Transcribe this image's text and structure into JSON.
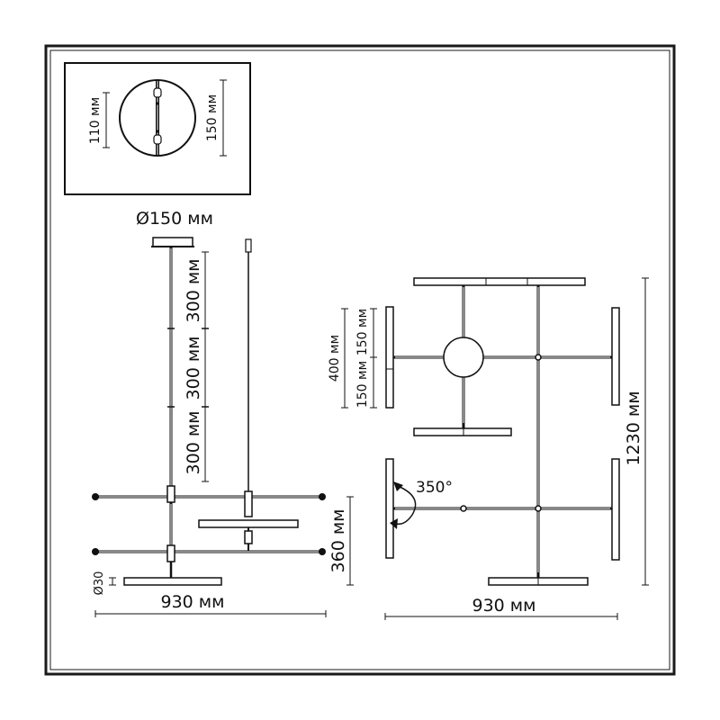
{
  "labels": {
    "mount_110": "110 мм",
    "mount_150": "150 мм",
    "canopy_diameter": "Ø150 мм",
    "rod_1": "300 мм",
    "rod_2": "300 мм",
    "rod_3": "300 мм",
    "side_height": "360 мм",
    "bar_diameter": "Ø30",
    "side_width": "930 мм",
    "top_width": "930 мм",
    "top_length": "1230 мм",
    "arm_400": "400 мм",
    "arm_150_a": "150 мм",
    "arm_150_b": "150 мм",
    "rotation": "350°"
  },
  "colors": {
    "line": "#111111",
    "frame": "#1a1a1a",
    "background": "#ffffff"
  }
}
